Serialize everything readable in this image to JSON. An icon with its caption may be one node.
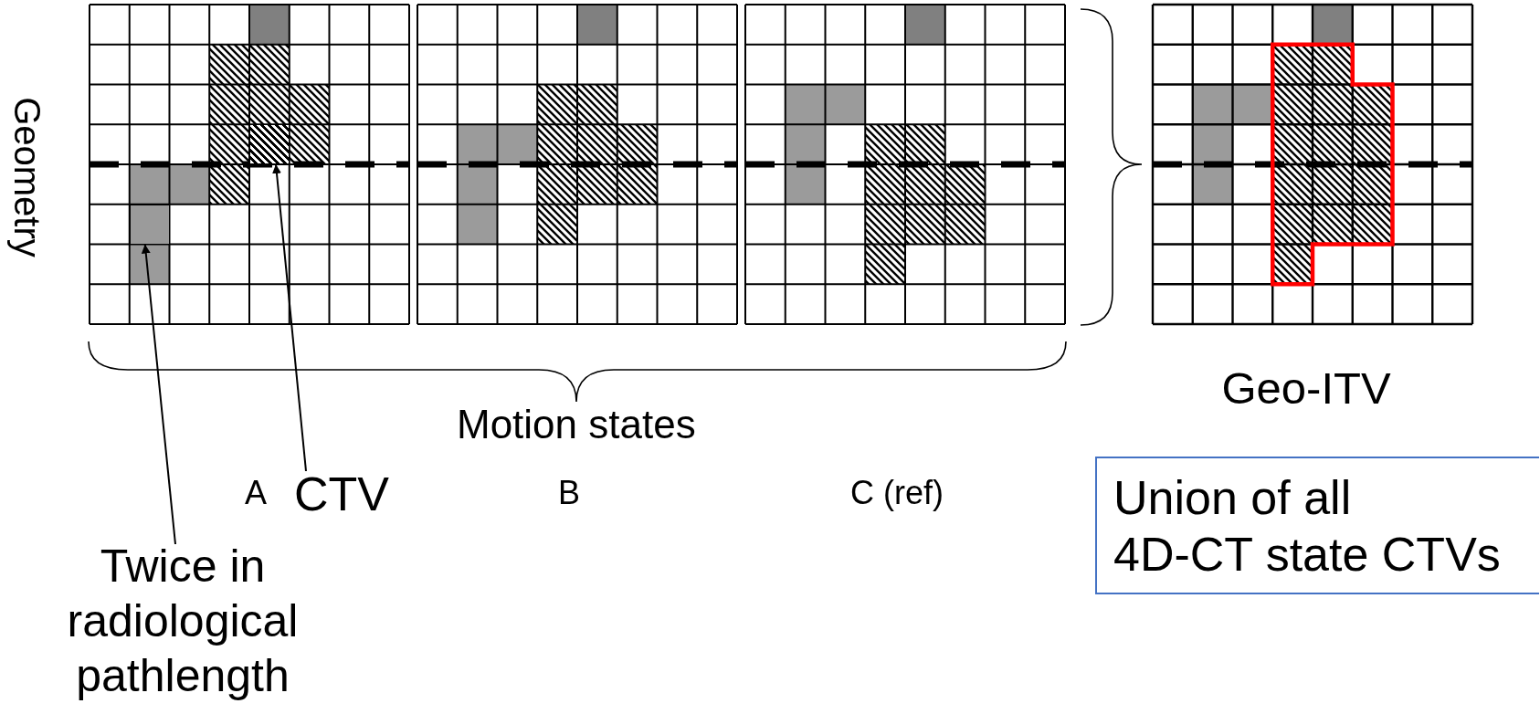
{
  "diagram": {
    "nodes": [
      {
        "text": [
          "CTV"
        ]
      },
      {
        "text": [],
        "shape": "box"
      },
      {
        "text": [
          "Twice in radiological pathlength"
        ]
      },
      {
        "text": [],
        "shape": "box"
      },
      {
        "text": [
          "Union of all 4D-CT state CTVs"
        ]
      }
    ],
    "edges": [
      {
        "from": 0,
        "to": 1,
        "arrow": "to"
      },
      {
        "from": 2,
        "to": 3,
        "arrow": "to"
      }
    ],
    "labels": [
      "Geometry",
      "Motion states",
      "A",
      "B",
      "C (ref)",
      "Geo-ITV"
    ]
  }
}
